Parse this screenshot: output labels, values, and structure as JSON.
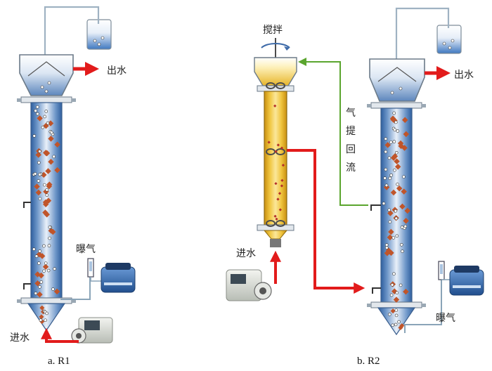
{
  "labels": {
    "r1_outlet": "出水",
    "r1_aeration": "曝气",
    "r1_inlet": "进水",
    "r2_stir": "搅拌",
    "r2_inlet": "进水",
    "r2_gas_return": "气提回流",
    "r2_outlet": "出水",
    "r2_aeration": "曝气"
  },
  "captions": {
    "left": "a.  R1",
    "right": "b.  R2"
  },
  "colors": {
    "flow_arrow": "#e21b1b",
    "recycle_line": "#5aa52e",
    "column_blue": "#3f6fb0",
    "column_light": "#e6eef8",
    "anaerobic_yellow": "#e9b92b",
    "granule": "#c0552a",
    "pump_body": "#d9ddd6",
    "blower": "#2f6fb5",
    "pipe": "#8aa4b8"
  }
}
